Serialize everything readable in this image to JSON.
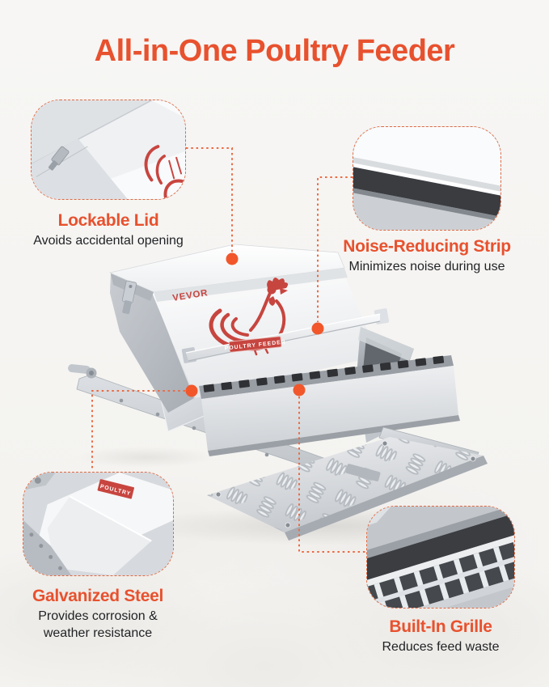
{
  "title": "All-in-One Poultry Feeder",
  "product": {
    "brand": "VEVOR",
    "label": "POULTRY FEEDER",
    "label_fragment": "POULTRY"
  },
  "callouts": [
    {
      "id": "lockable-lid",
      "heading": "Lockable Lid",
      "description": "Avoids accidental opening"
    },
    {
      "id": "noise-reducing-strip",
      "heading": "Noise-Reducing Strip",
      "description": "Minimizes noise during use"
    },
    {
      "id": "galvanized-steel",
      "heading": "Galvanized Steel",
      "description": "Provides corrosion &\nweather resistance"
    },
    {
      "id": "built-in-grille",
      "heading": "Built-In Grille",
      "description": "Reduces feed waste"
    }
  ],
  "colors": {
    "accent_orange": "#E8512E",
    "dot_orange": "#F1572B",
    "connector_orange": "#EC6A43",
    "brand_red": "#C7453F",
    "text_dark": "#1F2124",
    "background": "#F5F4F2"
  }
}
